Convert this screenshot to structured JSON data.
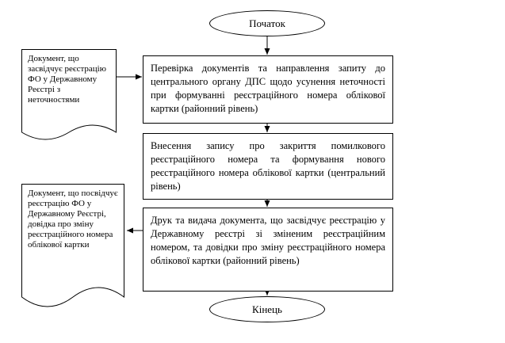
{
  "flowchart": {
    "nodes": {
      "start": {
        "type": "terminator",
        "label": "Початок"
      },
      "doc_input": {
        "type": "document",
        "text": "Документ, що засвідчує реєстрацію ФО у Державному Реєстрі з неточностями"
      },
      "process1": {
        "type": "process",
        "text": "Перевірка документів та направлення запиту до центрального органу ДПС щодо усунення неточності при формуванні реєстраційного номера облікової картки (районний рівень)"
      },
      "process2": {
        "type": "process",
        "text": "Внесення запису про закриття помилкового реєстраційного номера та формування нового реєстраційного номера облікової картки (центральний рівень)"
      },
      "process3": {
        "type": "process",
        "text": "Друк та видача документа, що засвідчує реєстрацію у Державному реєстрі зі зміненим реєстраційним номером, та довідки про зміну реєстраційного номера облікової картки (районний рівень)"
      },
      "doc_output": {
        "type": "document",
        "text": "Документ, що посвідчує реєстрацію ФО у Державному Реєстрі, довідка про зміну реєстраційного номера облікової картки"
      },
      "end": {
        "type": "terminator",
        "label": "Кінець"
      }
    },
    "edges": [
      {
        "from": "start",
        "to": "process1"
      },
      {
        "from": "doc_input",
        "to": "process1"
      },
      {
        "from": "process1",
        "to": "process2"
      },
      {
        "from": "process2",
        "to": "process3"
      },
      {
        "from": "process3",
        "to": "doc_output"
      },
      {
        "from": "process3",
        "to": "end"
      }
    ],
    "colors": {
      "stroke": "#000000",
      "fill": "#ffffff",
      "text": "#000000"
    }
  }
}
